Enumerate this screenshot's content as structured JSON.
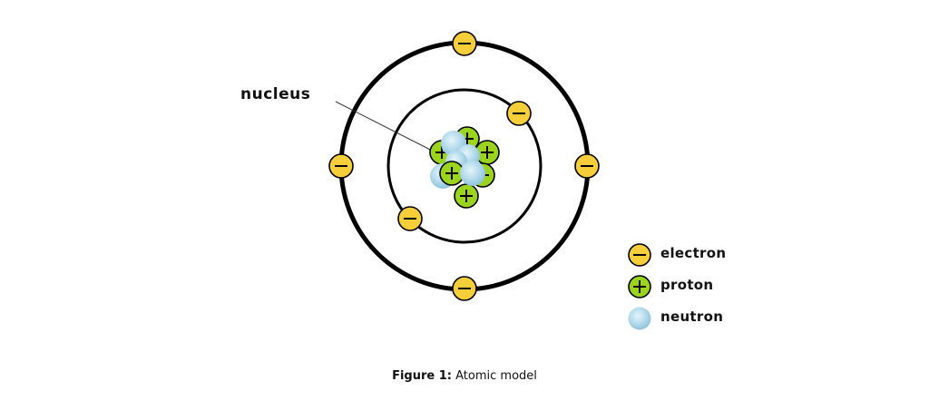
{
  "diagram": {
    "nucleus_label": "nucleus"
  },
  "legend": {
    "items": [
      {
        "symbol": "electron-icon",
        "label": "electron"
      },
      {
        "symbol": "proton-icon",
        "label": "proton"
      },
      {
        "symbol": "neutron-icon",
        "label": "neutron"
      }
    ]
  },
  "caption": {
    "prefix": "Figure 1:",
    "text": " Atomic model"
  },
  "colors": {
    "electron": "#f6ce3a",
    "proton": "#9bd41c",
    "neutron": "#a7d6ea",
    "ring": "#000000"
  }
}
